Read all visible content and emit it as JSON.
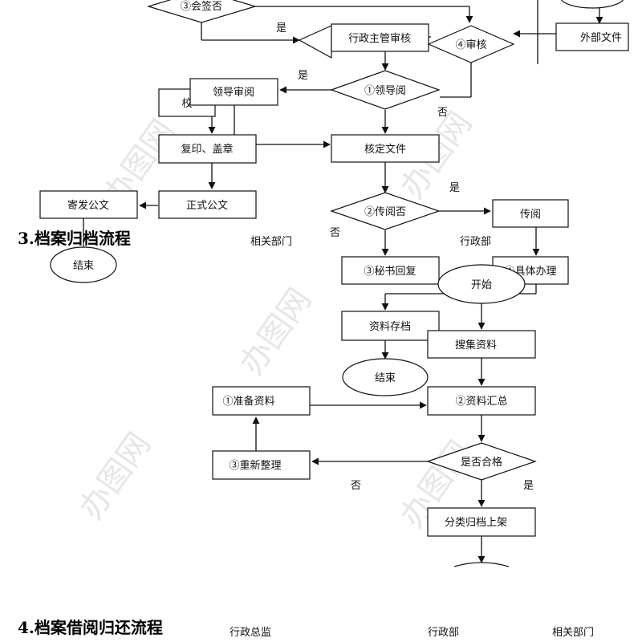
{
  "watermark": "办图网",
  "section3": {
    "title": "3.档案归档流程"
  },
  "section4": {
    "title": "4.档案借阅归还流程"
  },
  "upper_flow": {
    "huiqian": "③会签否",
    "admin_review": "行政主管审核",
    "audit": "④审核",
    "external": "外部文件",
    "leader_read": "①领导阅",
    "leader_review": "领导审阅",
    "jiao": "校",
    "copy_stamp": "复印、盖章",
    "final_doc": "核定文件",
    "send_doc": "寄发公文",
    "official_doc": "正式公文",
    "end1": "结束",
    "circulate_q": "②传阅否",
    "circulate": "传阅",
    "secretary": "③秘书回复",
    "specific": "④具体办理",
    "archive": "资料存档",
    "end2": "结束",
    "yes1": "是",
    "yes2": "是",
    "no1": "否",
    "yes3": "是",
    "no2": "否"
  },
  "archive_flow": {
    "col_related": "相关部门",
    "col_admin": "行政部",
    "start": "开始",
    "collect": "搜集资料",
    "prepare": "①准备资料",
    "summary": "②资料汇总",
    "qualified": "是否合格",
    "reorganize": "③重新整理",
    "no_label": "否",
    "yes_label": "是",
    "shelve": "分类归档上架"
  },
  "borrow_flow": {
    "col_director": "行政总监",
    "col_admin": "行政部",
    "col_related": "相关部门"
  }
}
